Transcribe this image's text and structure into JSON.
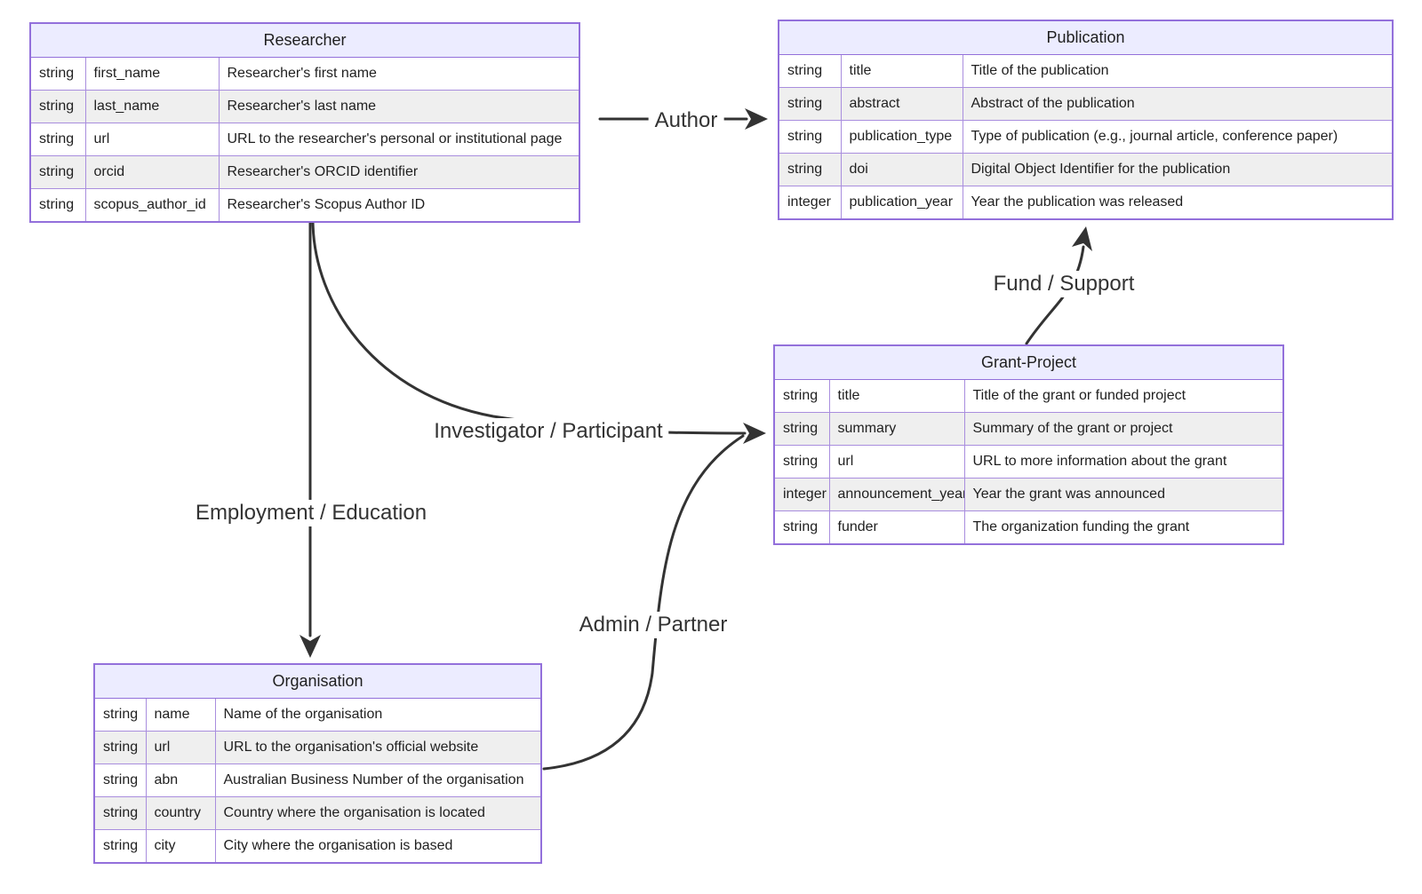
{
  "diagram": {
    "type": "er-diagram",
    "background": "#ffffff",
    "colors": {
      "entity_header_fill": "#ECECFF",
      "row_fill": "#ffffff",
      "row_alt_fill": "#efefef",
      "entity_border": "#9370DB",
      "edge_color": "#333333",
      "text_color": "#1f1f1f"
    }
  },
  "entities": [
    {
      "title": "Researcher",
      "rows": [
        {
          "type": "string",
          "name": "first_name",
          "desc": "Researcher's first name"
        },
        {
          "type": "string",
          "name": "last_name",
          "desc": "Researcher's last name"
        },
        {
          "type": "string",
          "name": "url",
          "desc": "URL to the researcher's personal or institutional page"
        },
        {
          "type": "string",
          "name": "orcid",
          "desc": "Researcher's ORCID identifier"
        },
        {
          "type": "string",
          "name": "scopus_author_id",
          "desc": "Researcher's Scopus Author ID"
        }
      ]
    },
    {
      "title": "Publication",
      "rows": [
        {
          "type": "string",
          "name": "title",
          "desc": "Title of the publication"
        },
        {
          "type": "string",
          "name": "abstract",
          "desc": "Abstract of the publication"
        },
        {
          "type": "string",
          "name": "publication_type",
          "desc": "Type of publication (e.g., journal article, conference paper)"
        },
        {
          "type": "string",
          "name": "doi",
          "desc": "Digital Object Identifier for the publication"
        },
        {
          "type": "integer",
          "name": "publication_year",
          "desc": "Year the publication was released"
        }
      ]
    },
    {
      "title": "Grant-Project",
      "rows": [
        {
          "type": "string",
          "name": "title",
          "desc": "Title of the grant or funded project"
        },
        {
          "type": "string",
          "name": "summary",
          "desc": "Summary of the grant or project"
        },
        {
          "type": "string",
          "name": "url",
          "desc": "URL to more information about the grant"
        },
        {
          "type": "integer",
          "name": "announcement_year",
          "desc": "Year the grant was announced"
        },
        {
          "type": "string",
          "name": "funder",
          "desc": "The organization funding the grant"
        }
      ]
    },
    {
      "title": "Organisation",
      "rows": [
        {
          "type": "string",
          "name": "name",
          "desc": "Name of the organisation"
        },
        {
          "type": "string",
          "name": "url",
          "desc": "URL to the organisation's official website"
        },
        {
          "type": "string",
          "name": "abn",
          "desc": "Australian Business Number of the organisation"
        },
        {
          "type": "string",
          "name": "country",
          "desc": "Country where the organisation is located"
        },
        {
          "type": "string",
          "name": "city",
          "desc": "City where the organisation is based"
        }
      ]
    }
  ],
  "relationships": [
    {
      "label": "Author",
      "from": "Researcher",
      "to": "Publication"
    },
    {
      "label": "Fund / Support",
      "from": "Grant-Project",
      "to": "Publication"
    },
    {
      "label": "Investigator / Participant",
      "from": "Researcher",
      "to": "Grant-Project"
    },
    {
      "label": "Employment / Education",
      "from": "Researcher",
      "to": "Organisation"
    },
    {
      "label": "Admin / Partner",
      "from": "Organisation",
      "to": "Grant-Project"
    }
  ]
}
